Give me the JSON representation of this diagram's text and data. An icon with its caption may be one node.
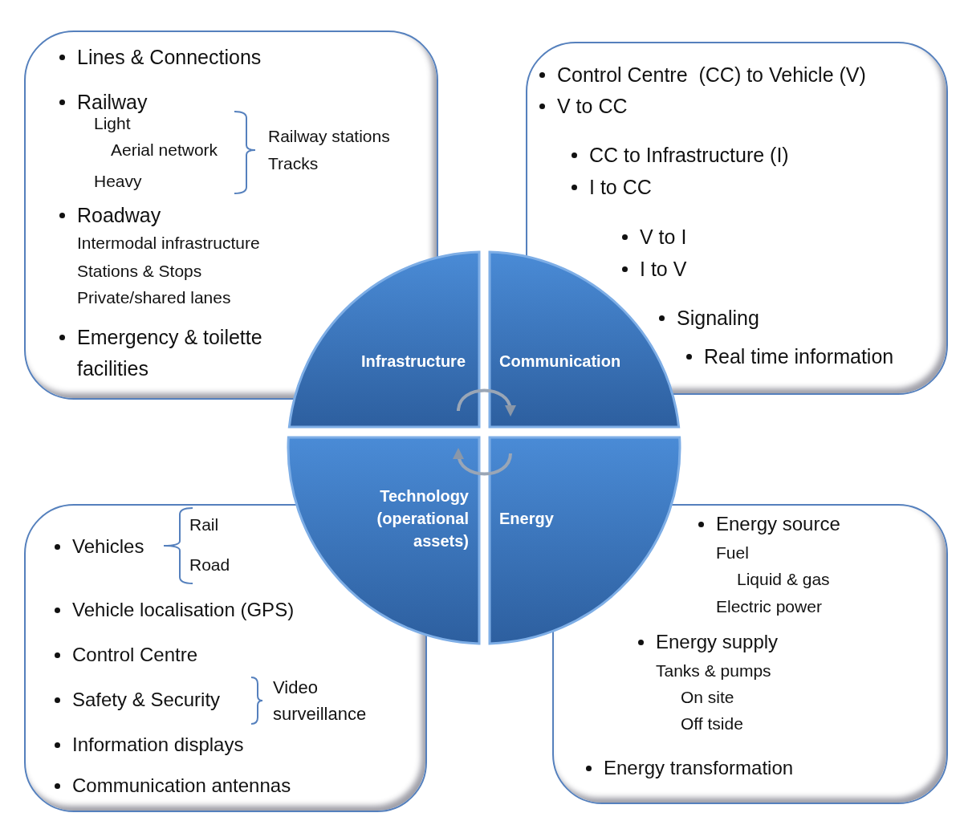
{
  "diagram": {
    "nodes": [
      {
        "text": [
          "Lines & Connections",
          "Railway",
          "Light",
          "Aerial network",
          "Heavy",
          "Railway stations",
          "Tracks",
          "Roadway",
          "Intermodal infrastructure",
          "Stations & Stops",
          "Private/shared lanes",
          "Emergency & toilette facilities"
        ]
      },
      {
        "text": [
          "Control Centre  (CC) to Vehicle (V)",
          "V to CC",
          "CC to Infrastructure (I)",
          "I to CC",
          "V to I",
          "I to V",
          "Signaling",
          "Real time information"
        ]
      },
      {
        "text": [
          "Vehicles",
          "Rail",
          "Road",
          "Vehicle localisation (GPS)",
          "Control Centre",
          "Safety & Security",
          "Video surveillance",
          "Information displays",
          "Communication antennas"
        ]
      },
      {
        "text": [
          "Energy source",
          "Fuel",
          "Liquid & gas",
          "Electric power",
          "Energy supply",
          "Tanks & pumps",
          "On site",
          "Off tside",
          "Energy transformation"
        ]
      },
      {
        "text": [
          "Infrastructure"
        ]
      },
      {
        "text": [
          "Communication"
        ]
      },
      {
        "text": [
          "Technology (operational assets)"
        ]
      },
      {
        "text": [
          "Energy"
        ]
      }
    ],
    "edges": [
      {
        "from": 4,
        "to": 5,
        "arrow": "to"
      },
      {
        "from": 7,
        "to": 6,
        "arrow": "to"
      }
    ]
  }
}
